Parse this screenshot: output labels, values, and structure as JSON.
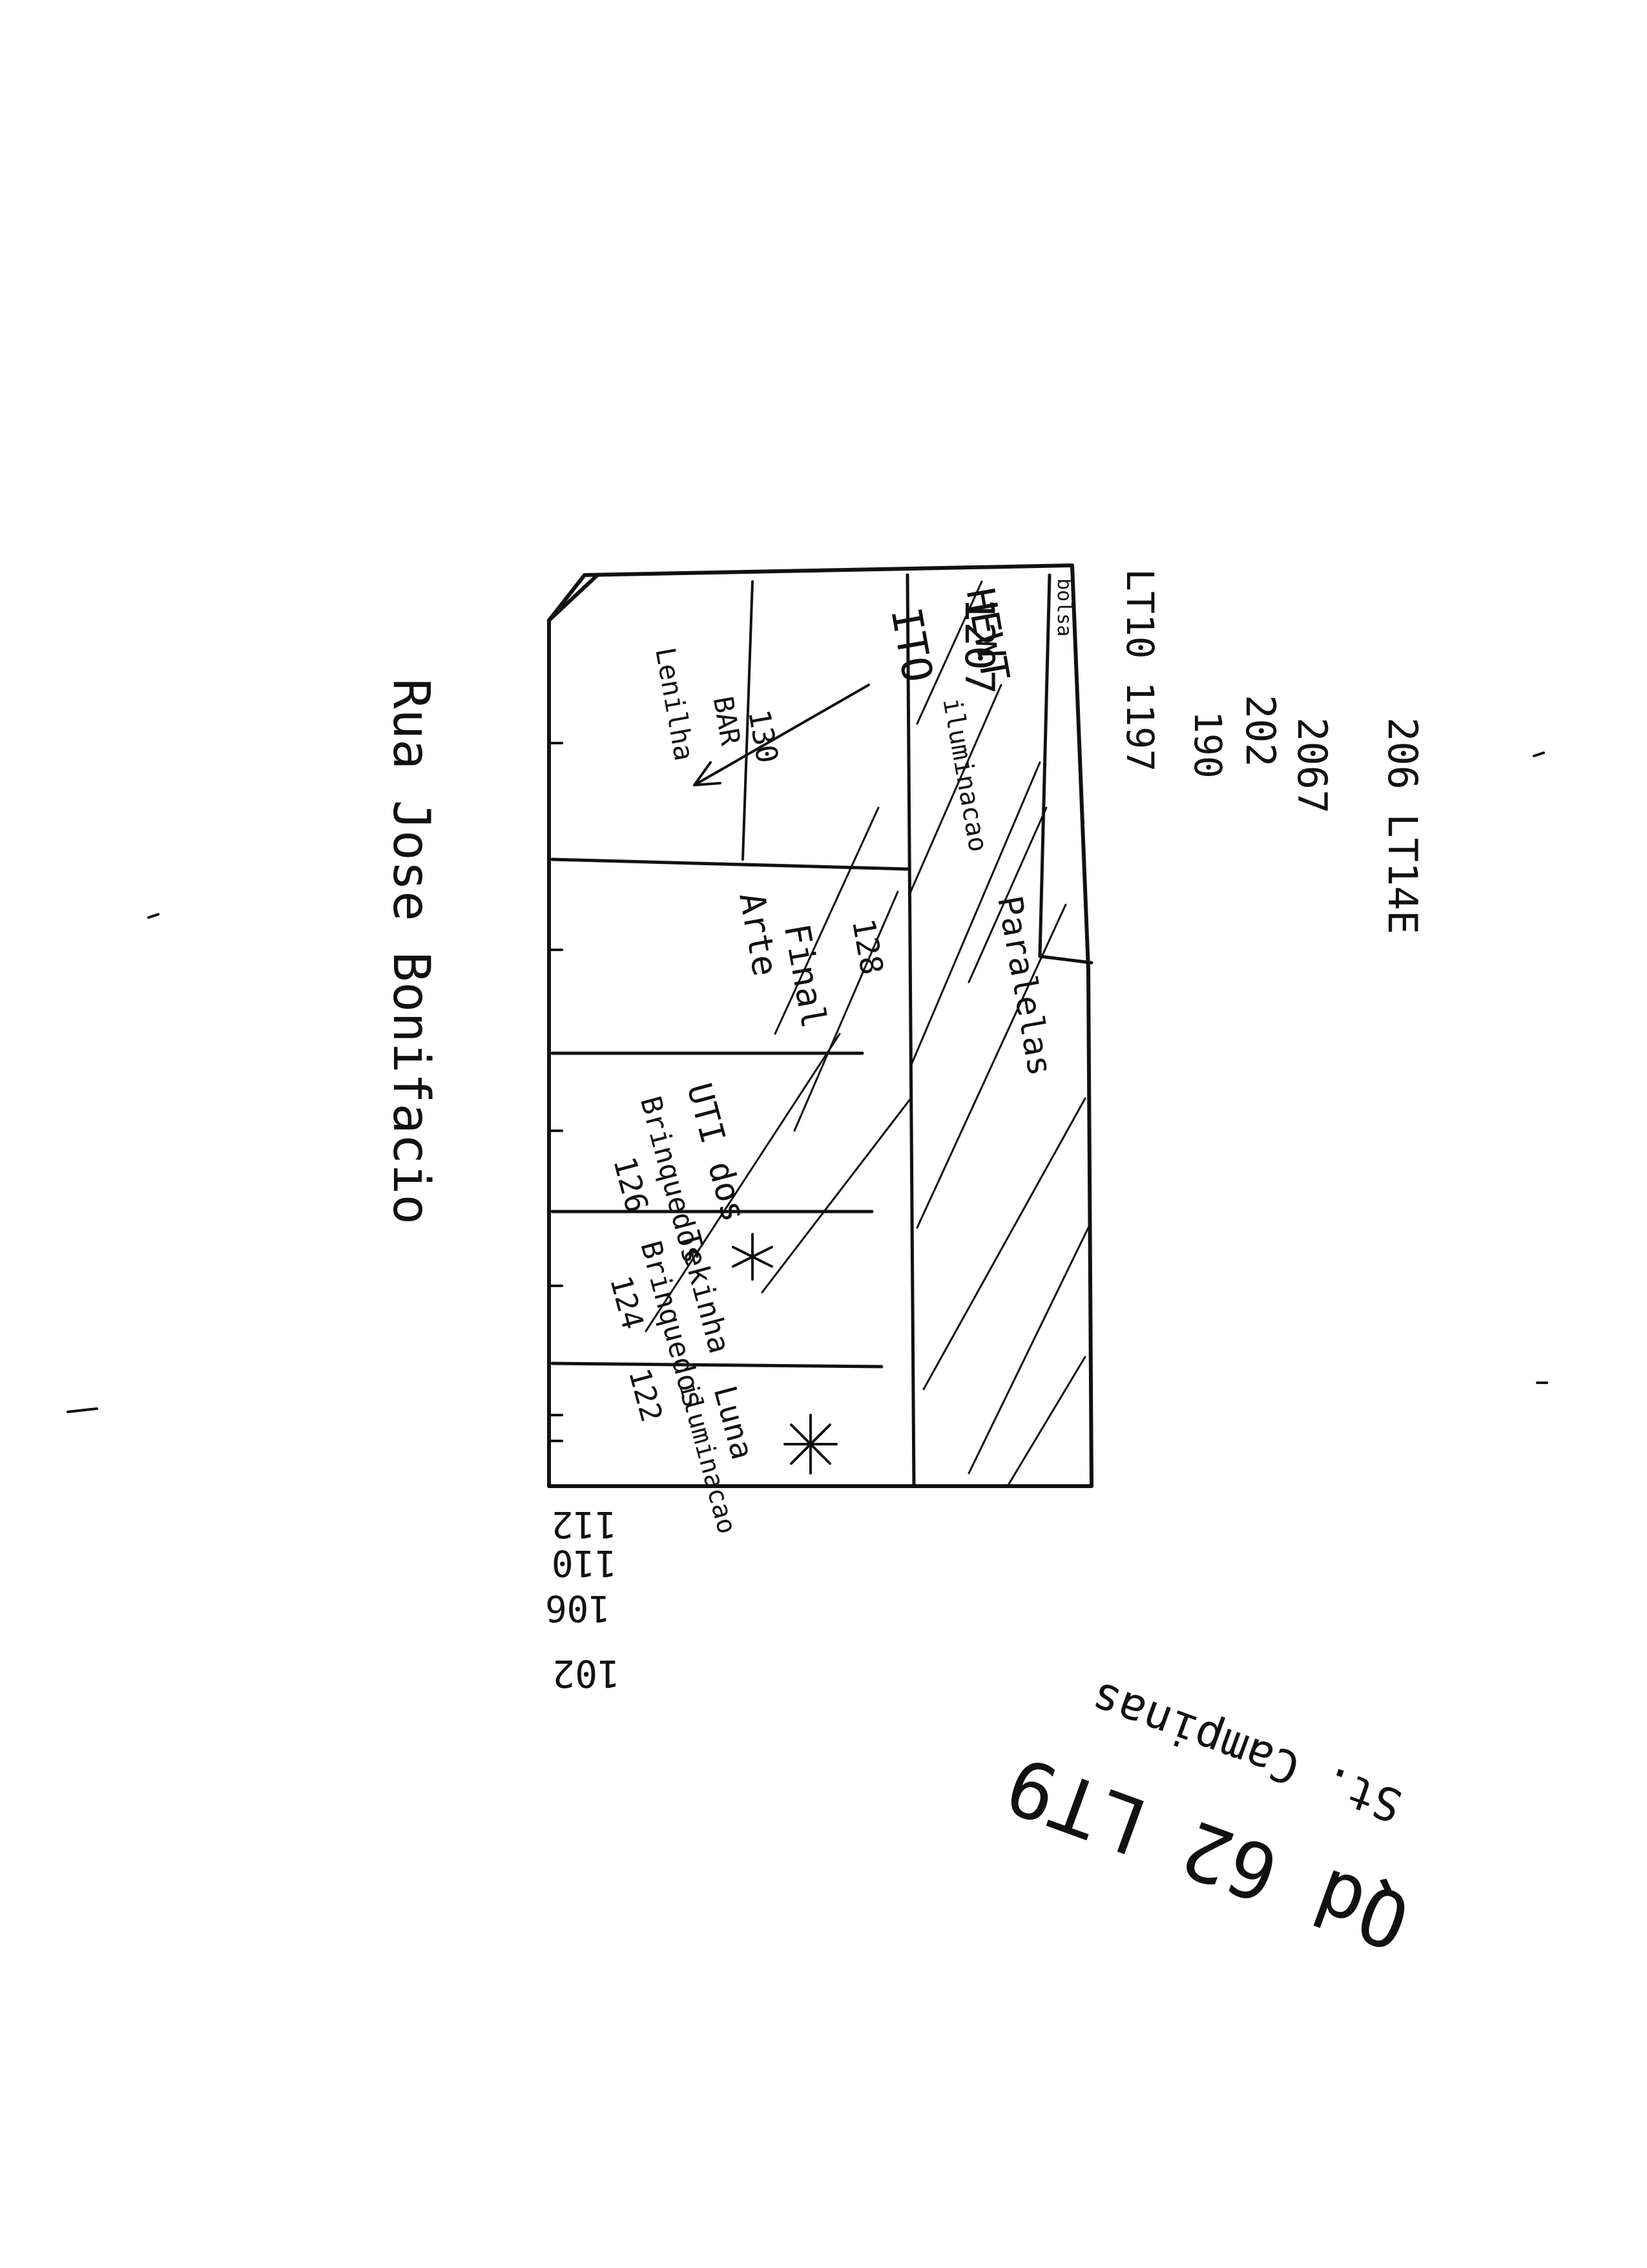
{
  "street_label": "Rua Jose Bonifacio",
  "top_numbers": {
    "line1": "206 LT14E",
    "line2": "2067",
    "line3": "202",
    "line4": "190",
    "line5": "LT10 1197"
  },
  "bottom_numbers": {
    "line1": "112",
    "line2": "110",
    "line3": "106",
    "line4": "102"
  },
  "stores": [
    {
      "name": "Lenilha",
      "line2": "BAR",
      "number": "130"
    },
    {
      "name": "Arte",
      "line2": "Final",
      "number": "128"
    },
    {
      "name": "UTI dos",
      "line2": "Brinquedos",
      "number": "126"
    },
    {
      "name": "Tekinha",
      "line2": "Brinquedos",
      "number": "124"
    },
    {
      "name": "Luna",
      "line2": "iluminacao",
      "number": "122"
    }
  ],
  "corner_store": {
    "line1": "ITO",
    "line2": "HEWT",
    "line3": "iluminacao"
  },
  "back_strip": {
    "number": "1207",
    "label": "Paralelas",
    "corner": "bolsa"
  },
  "signature": {
    "line1": "Qd 62 LT9",
    "line2": "St. Campinas"
  },
  "colors": {
    "ink": "#111111",
    "paper": "#ffffff"
  }
}
